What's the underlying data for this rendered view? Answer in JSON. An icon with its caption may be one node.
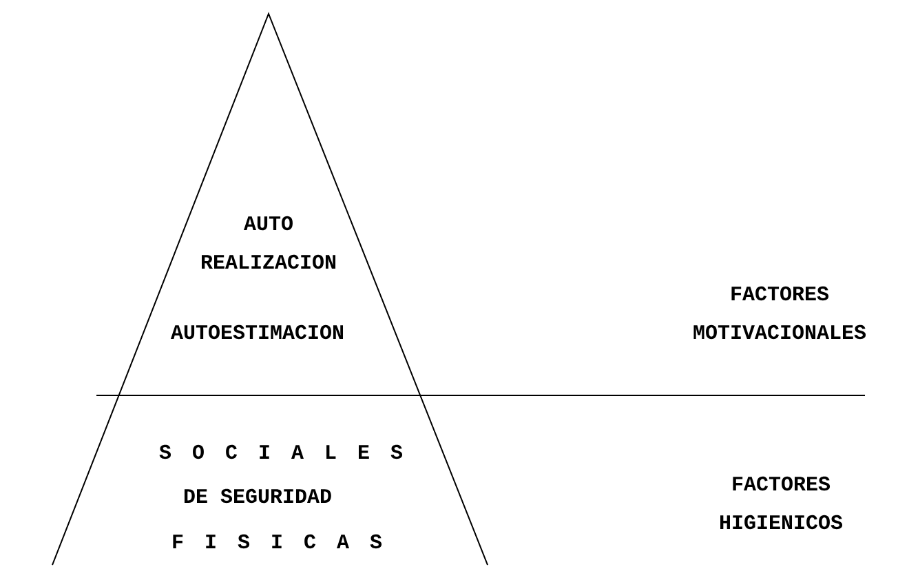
{
  "diagram": {
    "nodes": [
      {
        "text": [
          "AUTO REALIZACION",
          "AUTOESTIMACION",
          "S O C I A L E S",
          "DE SEGURIDAD",
          "F I S I C A S"
        ]
      }
    ],
    "labels": [
      "FACTORES MOTIVACIONALES",
      "FACTORES HIGIENICOS"
    ]
  }
}
